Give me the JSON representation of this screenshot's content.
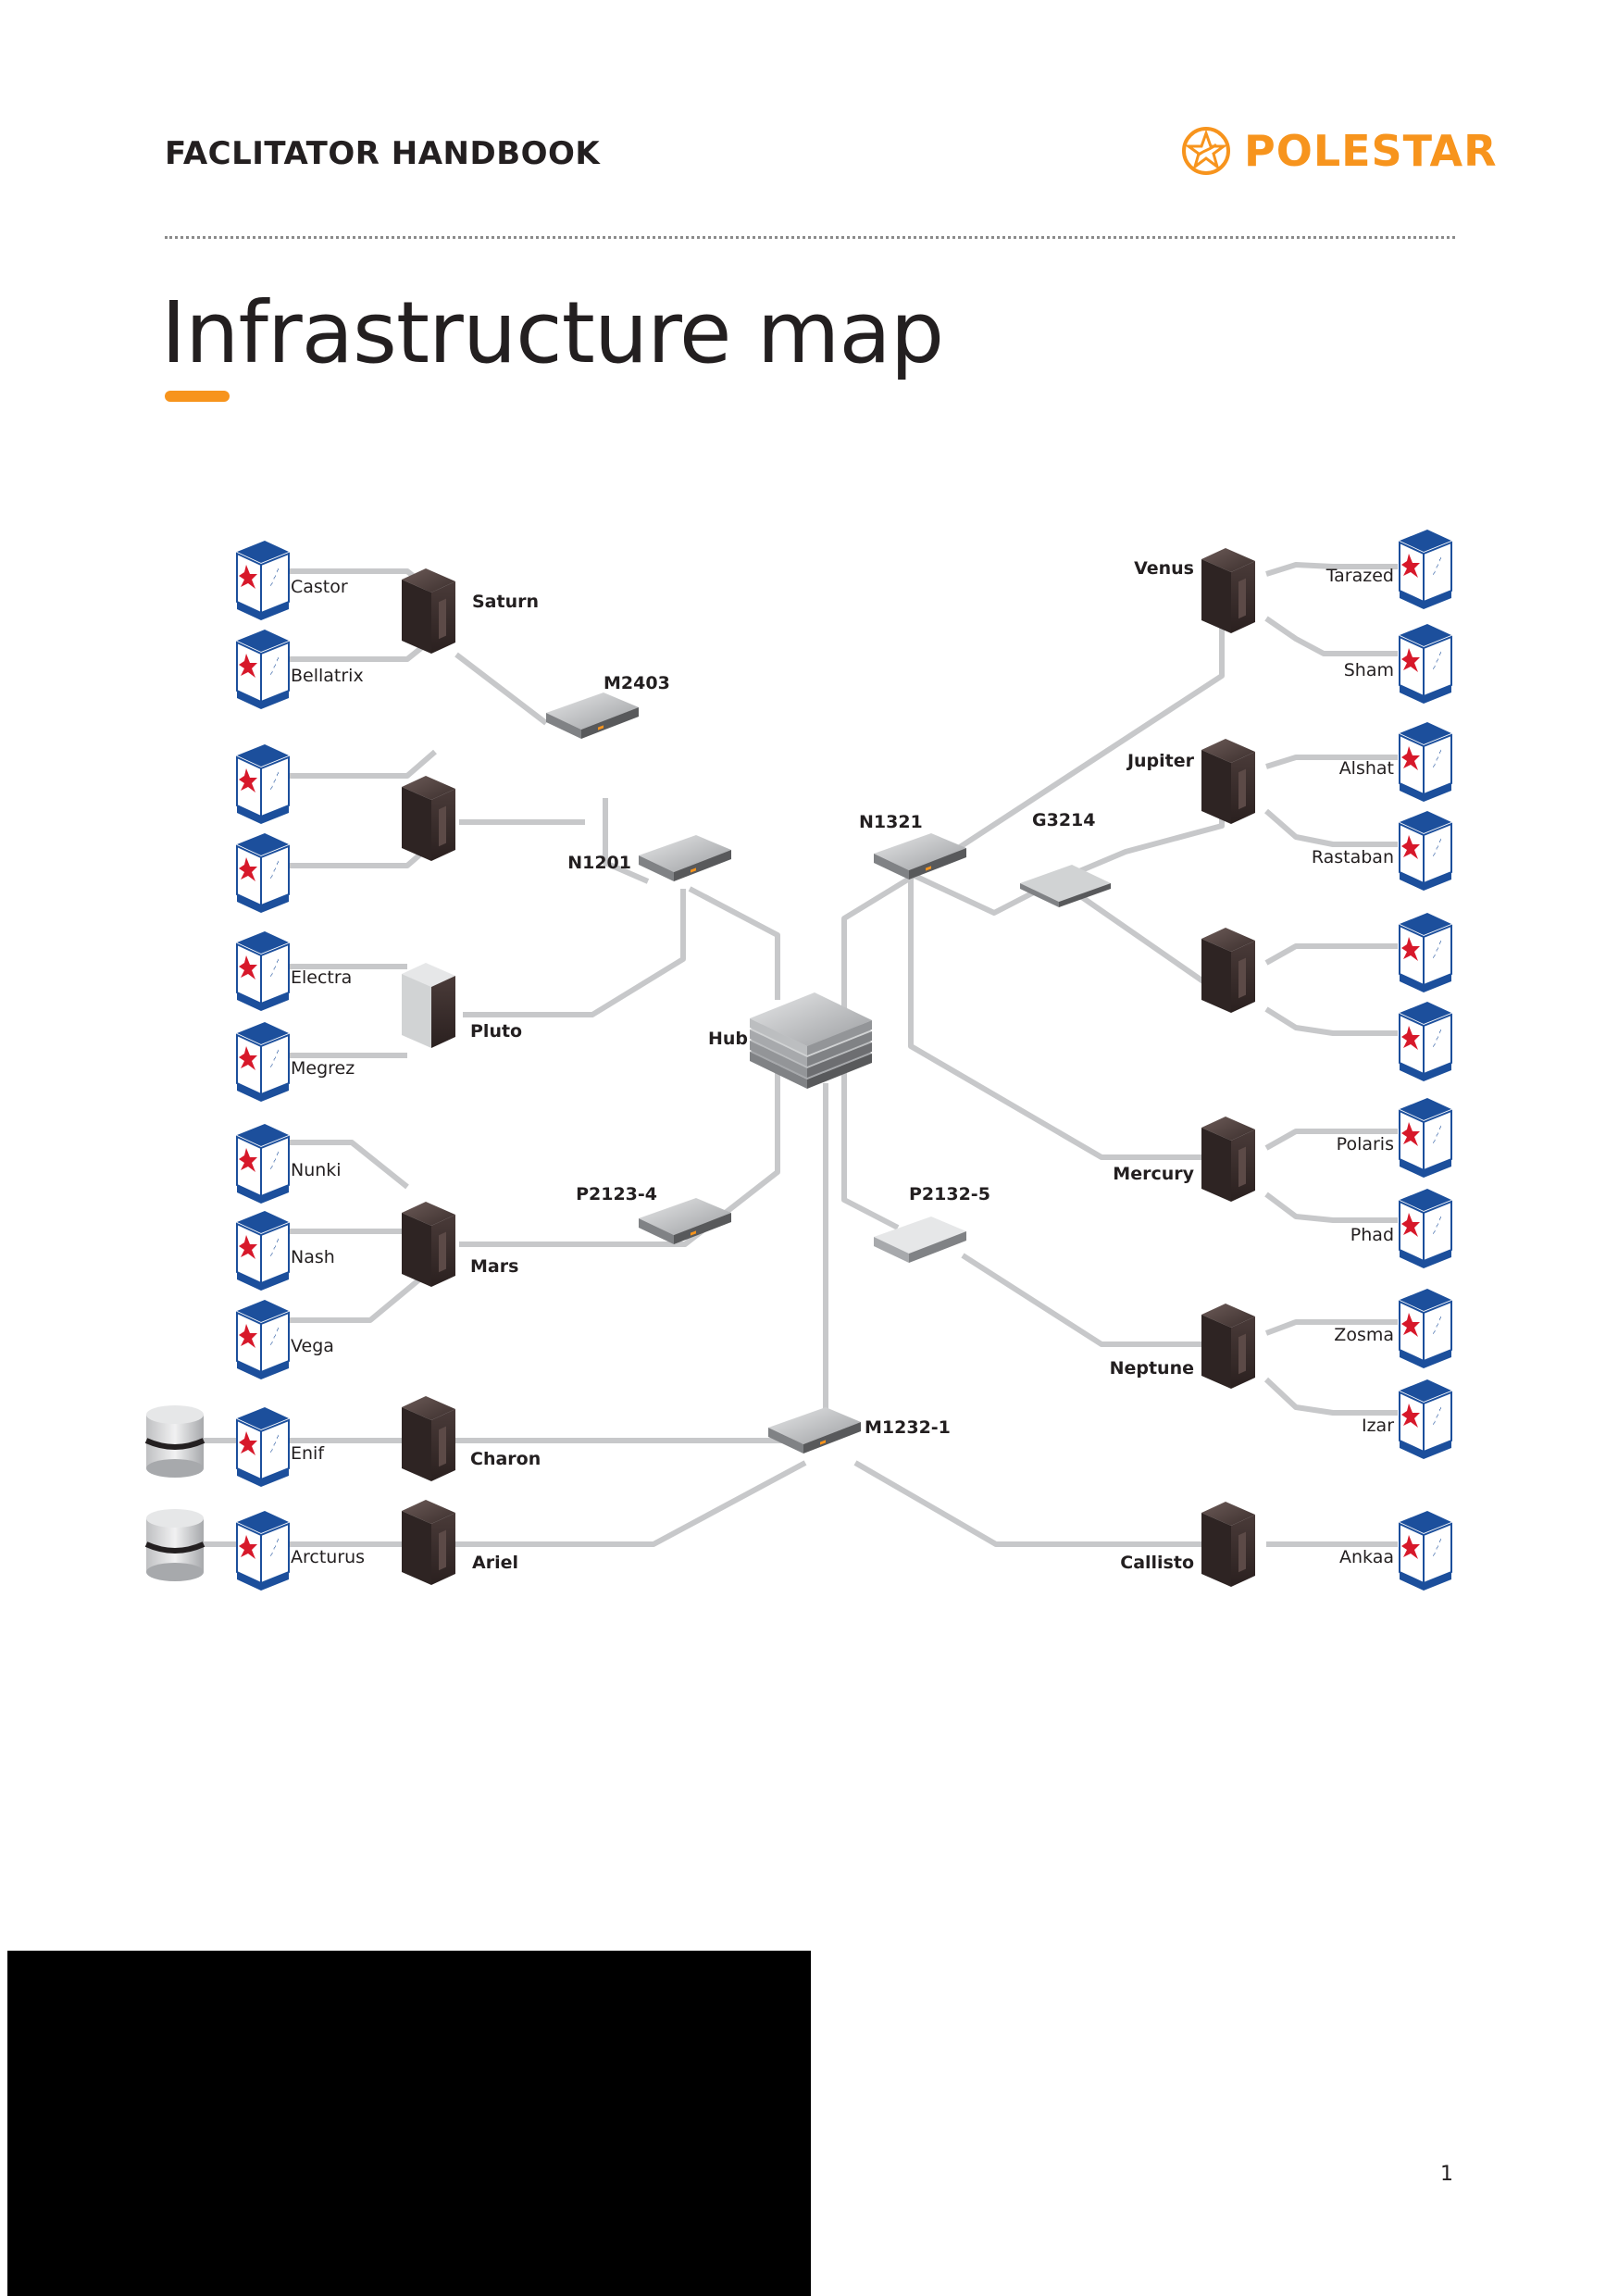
{
  "header": {
    "handbook_title": "FACLITATOR HANDBOOK",
    "brand_name": "POLESTAR",
    "brand_color": "#f7941d"
  },
  "page": {
    "title": "Infrastructure map",
    "page_number": "1"
  },
  "diagram": {
    "link_color": "#c7c8ca",
    "hub": "Hub",
    "switches": [
      "M2403",
      "N1201",
      "N1321",
      "G3214",
      "P2123-4",
      "P2132-5",
      "M1232-1"
    ],
    "servers": [
      "Saturn",
      "Pluto",
      "Mars",
      "Charon",
      "Ariel",
      "Venus",
      "Jupiter",
      "Mercury",
      "Neptune",
      "Callisto"
    ],
    "unlabeled_servers": 2,
    "clients_left": [
      "Castor",
      "Bellatrix",
      "Electra",
      "Megrez",
      "Nunki",
      "Nash",
      "Vega",
      "Enif",
      "Arcturus"
    ],
    "clients_right": [
      "Tarazed",
      "Sham",
      "Alshat",
      "Rastaban",
      "Polaris",
      "Phad",
      "Zosma",
      "Izar",
      "Ankaa"
    ],
    "databases": 2
  }
}
